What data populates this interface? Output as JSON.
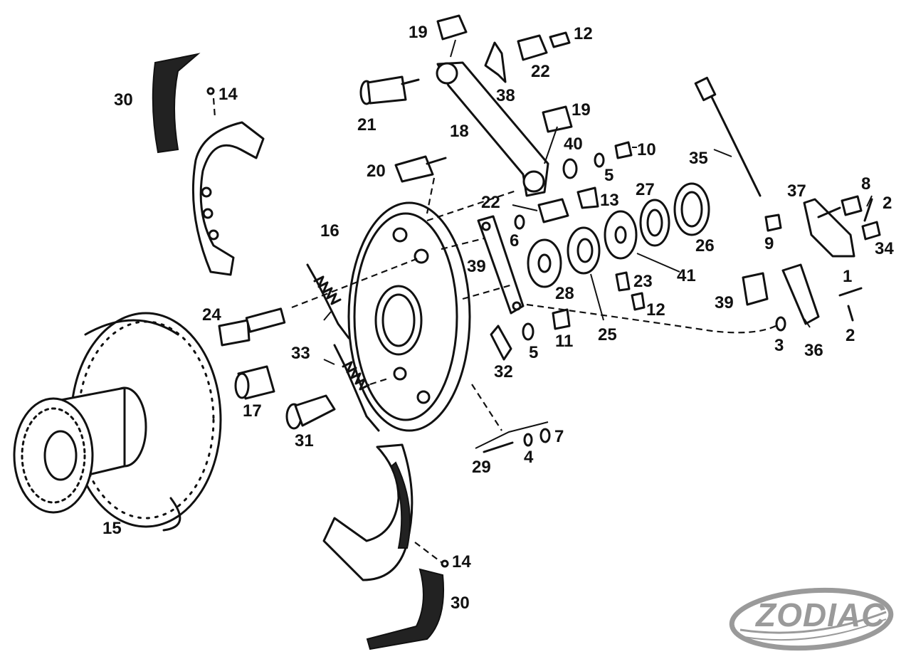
{
  "title": "Brake hub exploded parts diagram",
  "brand": {
    "logo_text": "ZODIAC",
    "logo_color": "#9a9a9a"
  },
  "labels": [
    {
      "id": "19a",
      "text": "19"
    },
    {
      "id": "12a",
      "text": "12"
    },
    {
      "id": "22a",
      "text": "22"
    },
    {
      "id": "38",
      "text": "38"
    },
    {
      "id": "30a",
      "text": "30"
    },
    {
      "id": "14a",
      "text": "14"
    },
    {
      "id": "21",
      "text": "21"
    },
    {
      "id": "18",
      "text": "18"
    },
    {
      "id": "19b",
      "text": "19"
    },
    {
      "id": "40",
      "text": "40"
    },
    {
      "id": "10",
      "text": "10"
    },
    {
      "id": "35",
      "text": "35"
    },
    {
      "id": "5a",
      "text": "5"
    },
    {
      "id": "20",
      "text": "20"
    },
    {
      "id": "22b",
      "text": "22"
    },
    {
      "id": "13",
      "text": "13"
    },
    {
      "id": "27",
      "text": "27"
    },
    {
      "id": "37",
      "text": "37"
    },
    {
      "id": "8",
      "text": "8"
    },
    {
      "id": "2a",
      "text": "2"
    },
    {
      "id": "16",
      "text": "16"
    },
    {
      "id": "6",
      "text": "6"
    },
    {
      "id": "26",
      "text": "26"
    },
    {
      "id": "9",
      "text": "9"
    },
    {
      "id": "34",
      "text": "34"
    },
    {
      "id": "39a",
      "text": "39"
    },
    {
      "id": "41",
      "text": "41"
    },
    {
      "id": "23",
      "text": "23"
    },
    {
      "id": "1",
      "text": "1"
    },
    {
      "id": "28",
      "text": "28"
    },
    {
      "id": "39b",
      "text": "39"
    },
    {
      "id": "12b",
      "text": "12"
    },
    {
      "id": "24",
      "text": "24"
    },
    {
      "id": "25",
      "text": "25"
    },
    {
      "id": "11",
      "text": "11"
    },
    {
      "id": "5b",
      "text": "5"
    },
    {
      "id": "3",
      "text": "3"
    },
    {
      "id": "36",
      "text": "36"
    },
    {
      "id": "2b",
      "text": "2"
    },
    {
      "id": "33",
      "text": "33"
    },
    {
      "id": "32",
      "text": "32"
    },
    {
      "id": "17",
      "text": "17"
    },
    {
      "id": "31",
      "text": "31"
    },
    {
      "id": "7",
      "text": "7"
    },
    {
      "id": "29",
      "text": "29"
    },
    {
      "id": "4",
      "text": "4"
    },
    {
      "id": "15",
      "text": "15"
    },
    {
      "id": "14b",
      "text": "14"
    },
    {
      "id": "30b",
      "text": "30"
    }
  ]
}
